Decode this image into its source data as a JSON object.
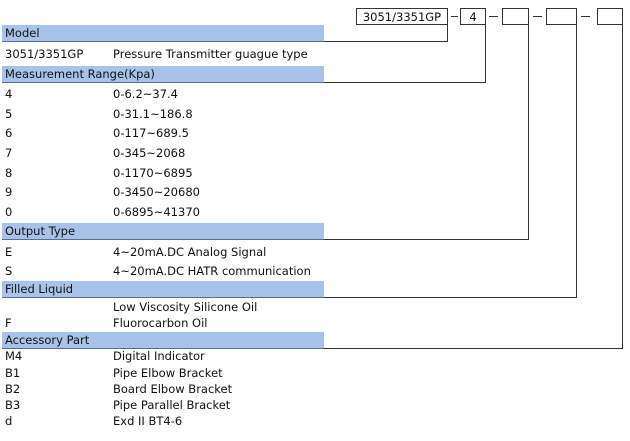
{
  "code_boxes": [
    "3051/3351GP",
    "4",
    "",
    "",
    "",
    ""
  ],
  "sections": {
    "model": {
      "title": "Model",
      "rows": [
        {
          "code": "3051/3351GP",
          "desc": "Pressure Transmitter guague type"
        }
      ]
    },
    "range": {
      "title": "Measurement Range(Kpa)",
      "rows": [
        {
          "code": "4",
          "desc": "0-6.2~37.4"
        },
        {
          "code": "5",
          "desc": "0-31.1~186.8"
        },
        {
          "code": "6",
          "desc": "0-117~689.5"
        },
        {
          "code": "7",
          "desc": "0-345~2068"
        },
        {
          "code": "8",
          "desc": "0-1170~6895"
        },
        {
          "code": "9",
          "desc": "0-3450~20680"
        },
        {
          "code": "0",
          "desc": "0-6895~41370"
        }
      ]
    },
    "output": {
      "title": "Output Type",
      "rows": [
        {
          "code": "E",
          "desc": "4~20mA.DC  Analog Signal"
        },
        {
          "code": "S",
          "desc": "4~20mA.DC HATR communication"
        }
      ]
    },
    "liquid": {
      "title": "Filled Liquid",
      "rows": [
        {
          "code": "",
          "desc": "Low Viscosity Silicone Oil"
        },
        {
          "code": "F",
          "desc": "Fluorocarbon Oil"
        }
      ]
    },
    "accessory": {
      "title": "Accessory Part",
      "rows": [
        {
          "code": "M4",
          "desc": "Digital Indicator"
        },
        {
          "code": "B1",
          "desc": "Pipe  Elbow Bracket"
        },
        {
          "code": "B2",
          "desc": "Board Elbow Bracket"
        },
        {
          "code": "B3",
          "desc": "Pipe Parallel Bracket"
        },
        {
          "code": "d",
          "desc": "Exd II BT4-6"
        }
      ]
    }
  }
}
